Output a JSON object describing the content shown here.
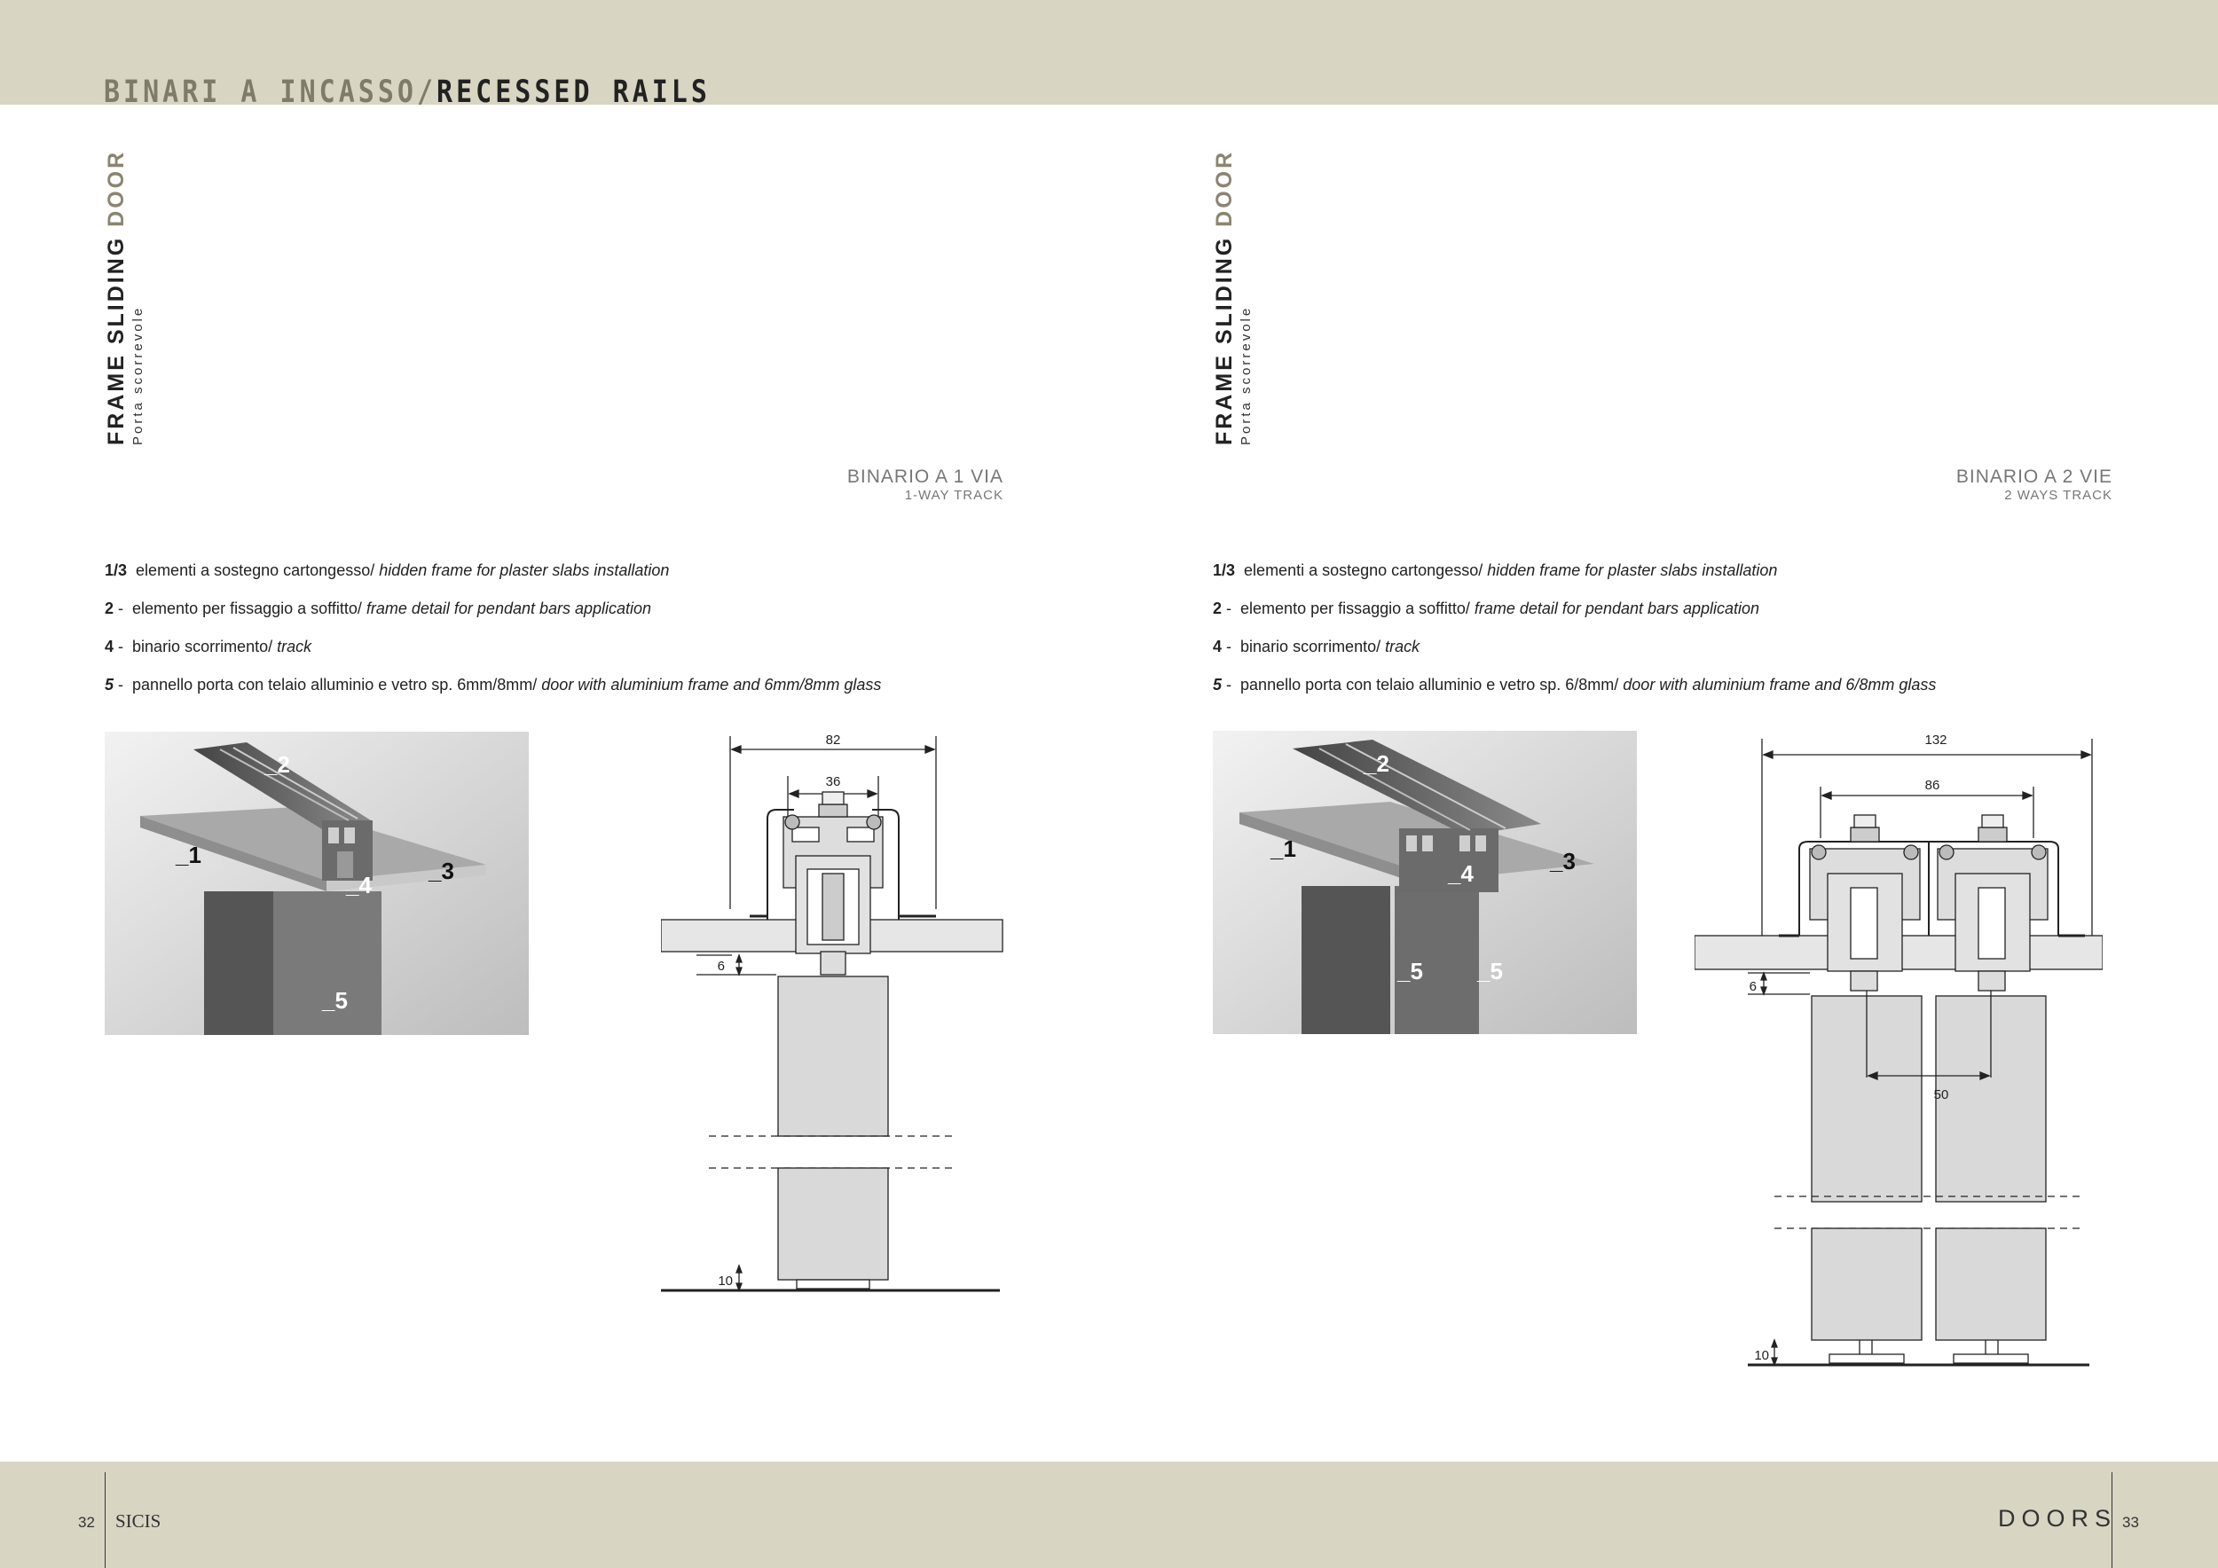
{
  "header": {
    "title_it": "BINARI A INCASSO",
    "separator": "/",
    "title_en": "RECESSED RAILS"
  },
  "left": {
    "side_title_a": "FRAME SLIDING ",
    "side_title_b": "DOOR",
    "side_subtitle": "Porta scorrevole",
    "track_title": "BINARIO A 1 VIA",
    "track_subtitle": "1-WAY TRACK",
    "legend": [
      {
        "num": "1/3",
        "sep": "",
        "it": "elementi a sostegno cartongesso/",
        "en": "hidden frame for plaster slabs installation"
      },
      {
        "num": "2",
        "sep": " -",
        "it": "elemento per fissaggio a soffitto/",
        "en": "frame detail for pendant bars application"
      },
      {
        "num": "4",
        "sep": " -",
        "it": "binario scorrimento/",
        "en": "track"
      },
      {
        "num": "5",
        "sep": " -",
        "it": "pannello porta con telaio alluminio e vetro sp. 6mm/8mm/",
        "en": "door with aluminium frame and 6mm/8mm glass"
      }
    ],
    "photo_labels": [
      "_1",
      "_2",
      "_3",
      "_4",
      "_5"
    ],
    "dims": {
      "overall": "82",
      "inner": "36",
      "gap_top": "6",
      "gap_bottom": "10"
    }
  },
  "right": {
    "side_title_a": "FRAME SLIDING ",
    "side_title_b": "DOOR",
    "side_subtitle": "Porta scorrevole",
    "track_title": "BINARIO A 2 VIE",
    "track_subtitle": "2 WAYS TRACK",
    "legend": [
      {
        "num": "1/3",
        "sep": "",
        "it": "elementi a sostegno cartongesso/",
        "en": "hidden frame for plaster slabs installation"
      },
      {
        "num": "2",
        "sep": " -",
        "it": "elemento per fissaggio a soffitto/",
        "en": "frame detail for pendant bars application"
      },
      {
        "num": "4",
        "sep": " -",
        "it": "binario scorrimento/",
        "en": "track"
      },
      {
        "num": "5",
        "sep": " -",
        "it": "pannello porta con telaio alluminio e vetro sp. 6/8mm/",
        "en": "door with aluminium frame and 6/8mm glass"
      }
    ],
    "photo_labels": [
      "_1",
      "_2",
      "_3",
      "_4",
      "_5",
      "_5"
    ],
    "dims": {
      "overall": "132",
      "inner": "86",
      "axis": "50",
      "gap_top": "6",
      "gap_bottom": "10"
    }
  },
  "footer": {
    "page_left": "32",
    "brand": "SICIS",
    "section": "DOORS",
    "page_right": "33"
  },
  "colors": {
    "band": "#d8d5c3",
    "accent": "#8a8570"
  }
}
